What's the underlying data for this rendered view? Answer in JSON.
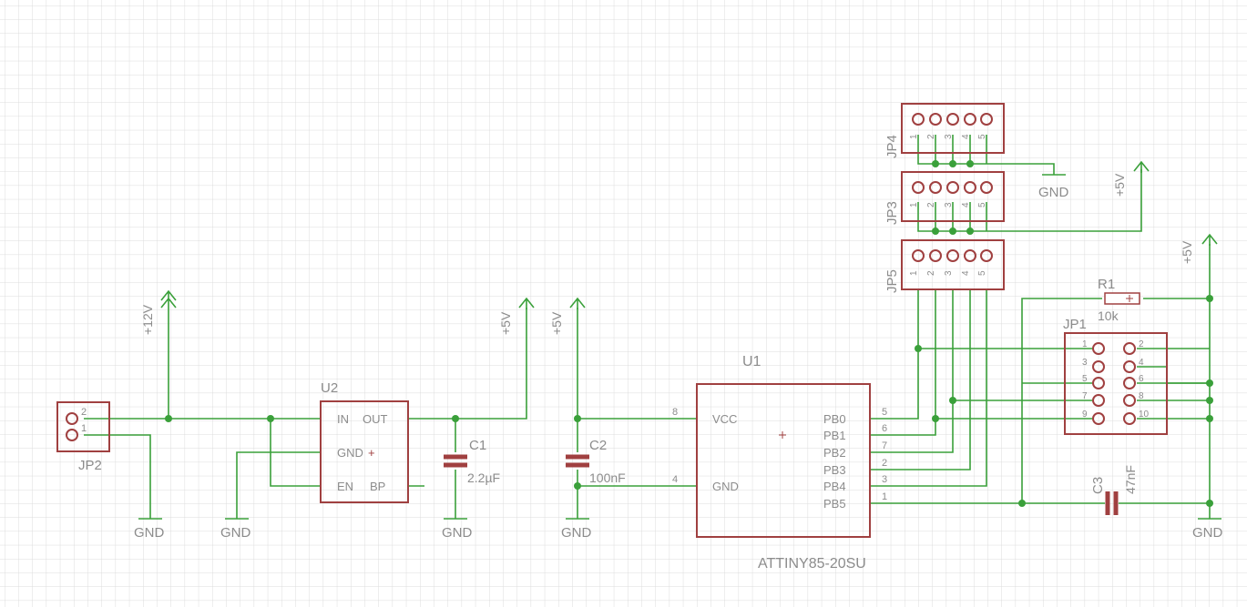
{
  "supplies": {
    "v12": "+12V",
    "v5": "+5V",
    "gnd": "GND"
  },
  "components": {
    "u1": {
      "name": "U1",
      "value": "ATTINY85-20SU",
      "pins_left": [
        "VCC",
        "GND"
      ],
      "pins_left_nums": [
        "8",
        "4"
      ],
      "pins_right": [
        "PB0",
        "PB1",
        "PB2",
        "PB3",
        "PB4",
        "PB5"
      ],
      "pins_right_nums": [
        "5",
        "6",
        "7",
        "2",
        "3",
        "1"
      ]
    },
    "u2": {
      "name": "U2",
      "pins": {
        "in": "IN",
        "out": "OUT",
        "gnd": "GND",
        "en": "EN",
        "bp": "BP"
      }
    },
    "c1": {
      "name": "C1",
      "value": "2.2µF"
    },
    "c2": {
      "name": "C2",
      "value": "100nF"
    },
    "c3": {
      "name": "C3",
      "value": "47nF"
    },
    "r1": {
      "name": "R1",
      "value": "10k"
    },
    "jp1": {
      "name": "JP1",
      "pins_left": [
        "1",
        "3",
        "5",
        "7",
        "9"
      ],
      "pins_right": [
        "2",
        "4",
        "6",
        "8",
        "10"
      ]
    },
    "jp2": {
      "name": "JP2",
      "pins": [
        "2",
        "1"
      ]
    },
    "jp3": {
      "name": "JP3",
      "pins": [
        "1",
        "2",
        "3",
        "4",
        "5"
      ]
    },
    "jp4": {
      "name": "JP4",
      "pins": [
        "1",
        "2",
        "3",
        "4",
        "5"
      ]
    },
    "jp5": {
      "name": "JP5",
      "pins": [
        "1",
        "2",
        "3",
        "4",
        "5"
      ]
    }
  }
}
